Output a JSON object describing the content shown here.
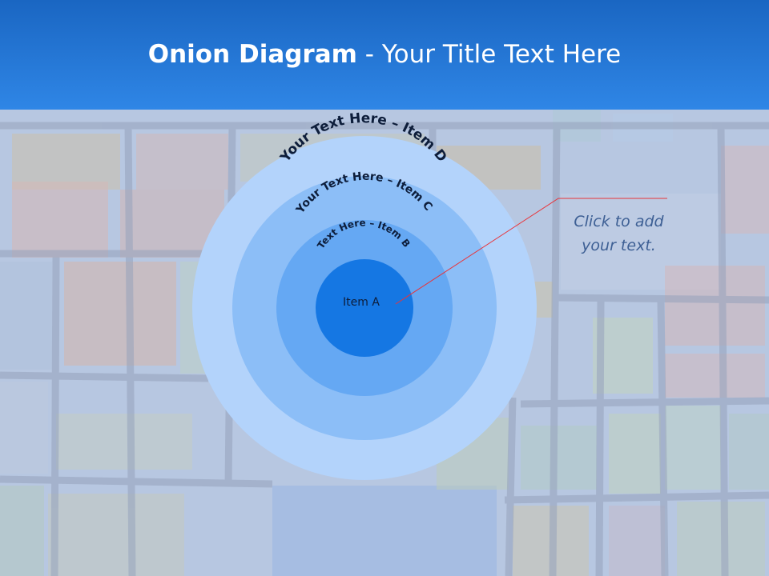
{
  "slide": {
    "title_bold": "Onion Diagram",
    "title_rest": " - Your Title Text Here"
  },
  "diagram": {
    "type": "onion",
    "layers": [
      {
        "label": "Your Text Here – Item D",
        "color": "#b3d3fb"
      },
      {
        "label": "Your Text Here – Item C",
        "color": "#8cbef7"
      },
      {
        "label": "Text Here – Item B",
        "color": "#65a8f3"
      },
      {
        "label": "Item A",
        "color": "#1577e3"
      }
    ],
    "callout": {
      "text_line1": "Click  to add",
      "text_line2": "your text.",
      "line_color": "#e8343a"
    }
  },
  "colors": {
    "header": "#1f73d4",
    "title_text": "#ffffff",
    "callout_text": "#3d5f94"
  }
}
